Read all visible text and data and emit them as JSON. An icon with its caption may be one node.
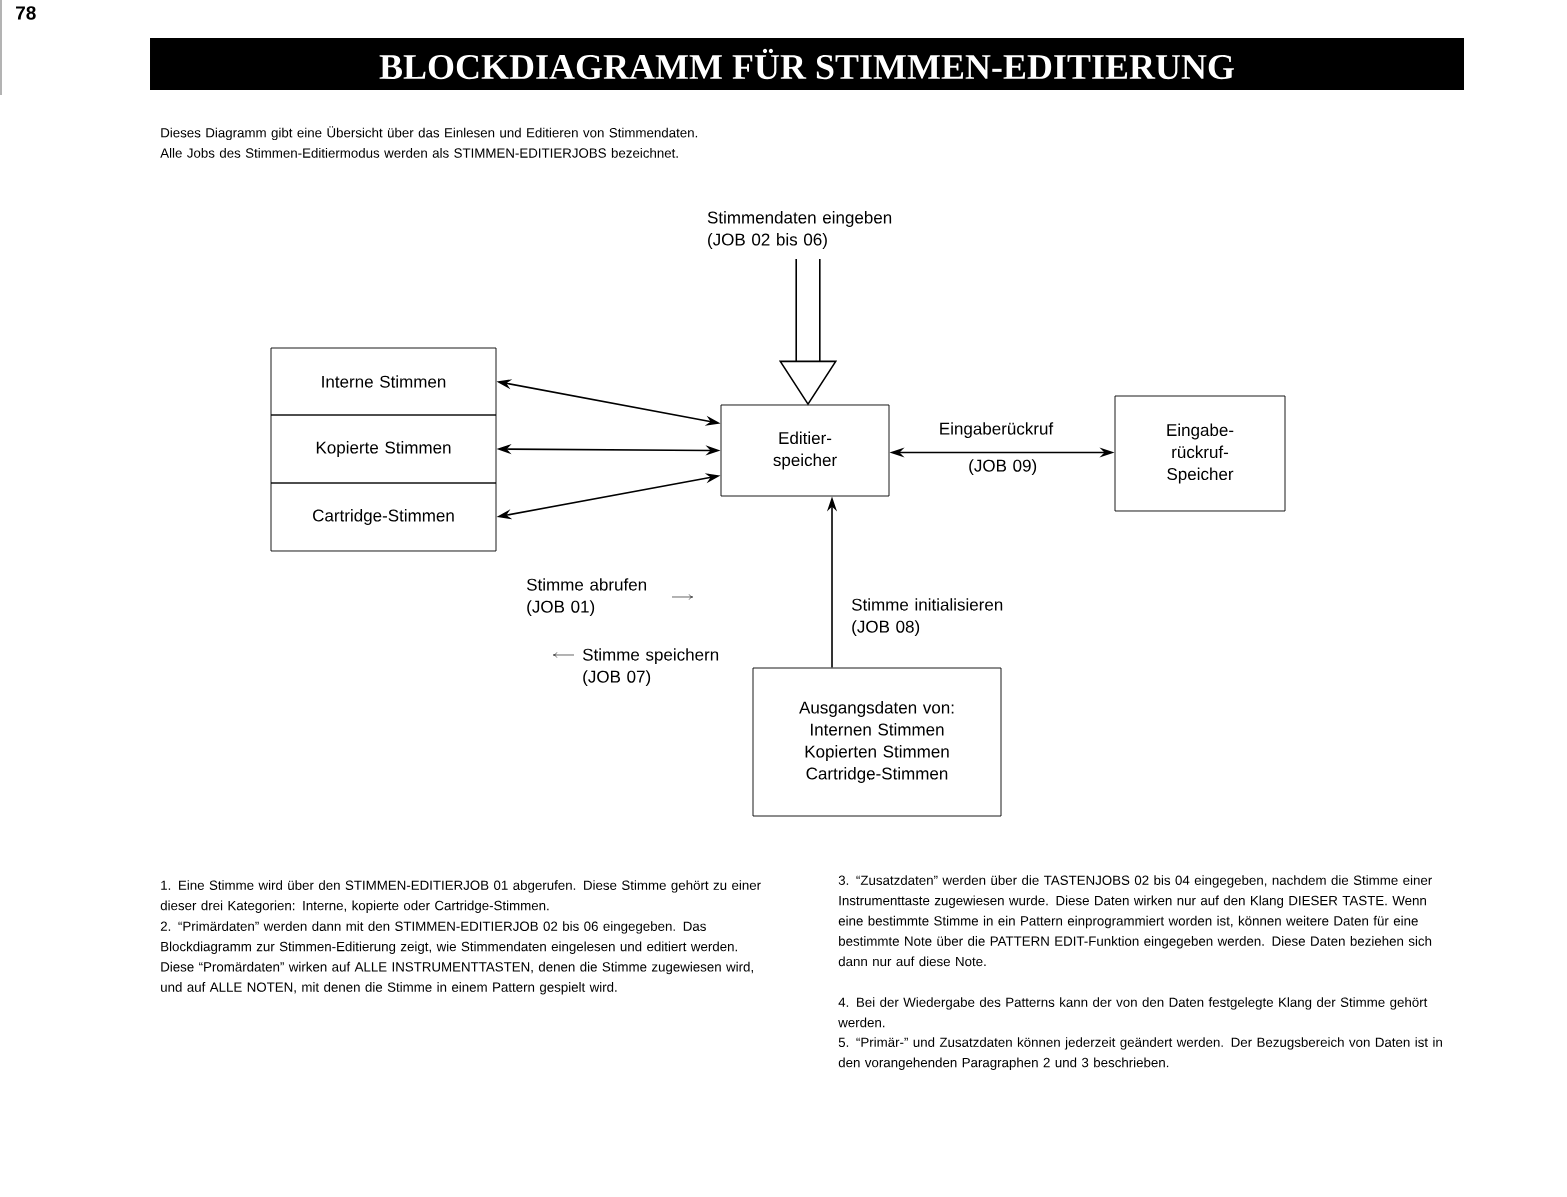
{
  "diagram": {
    "title": "BLOCKDIAGRAMM FÜR STIMMEN-EDITIERUNG",
    "nodes": [
      {
        "text": [
          "Interne Stimmen"
        ]
      },
      {
        "text": [
          "Kopierte Stimmen"
        ]
      },
      {
        "text": [
          "Cartridge-Stimmen"
        ]
      },
      {
        "text": [
          "Editier- speicher"
        ]
      },
      {
        "text": [
          "Eingabe- rückruf- Speicher"
        ]
      },
      {
        "text": [
          "Ausgangsdaten von:",
          "Internen Stimmen",
          "Kopierten Stimmen",
          "Cartridge-Stimmen"
        ]
      },
      {
        "text": [
          "Stimmendaten eingeben (JOB 02 bis 06)"
        ]
      }
    ],
    "edges": [
      {
        "from": 0,
        "to": 3,
        "arrow": "both"
      },
      {
        "from": 1,
        "to": 3,
        "arrow": "both"
      },
      {
        "from": 2,
        "to": 3,
        "arrow": "both"
      },
      {
        "from": 3,
        "to": 4,
        "arrow": "both",
        "label": "Eingaberückruf"
      },
      {
        "from": 5,
        "to": 3,
        "arrow": "to",
        "label": "Stimme initialisieren (JOB 08)"
      },
      {
        "from": 6,
        "to": 3,
        "arrow": "to",
        "style": "thick"
      }
    ],
    "labels": [
      "78",
      "Dieses Diagramm gibt eine Übersicht über das Einlesen und Editieren von Stimmendaten. Alle Jobs des Stimmen-Editiermodus werden als STIMMEN-EDITIERJOBS bezeichnet.",
      "(JOB 09)",
      "Stimme abrufen (JOB 01)",
      "Stimme speichern (JOB 07)",
      "1. Eine Stimme wird über den STIMMEN-EDITIERJOB 01 abgerufen. Diese Stimme gehört zu einer dieser drei Kategorien: Interne, kopierte oder Cartridge-Stimmen.",
      "2. “Primärdaten” werden dann mit den STIMMEN-EDITIERJOB 02 bis 06 eingegeben. Das Blockdiagramm zur Stimmen-Editierung zeigt, wie Stimmendaten eingelesen und editiert werden. Diese “Promärdaten” wirken auf ALLE INSTRUMENTTASTEN, denen die Stimme zugewiesen wird, und auf ALLE NOTEN, mit denen die Stimme in einem Pattern gespielt wird.",
      "3. “Zusatzdaten” werden über die TASTENJOBS 02 bis 04 eingegeben, nachdem die Stimme einer Instrumenttaste zugewiesen wurde. Diese Daten wirken nur auf den Klang DIESER TASTE. Wenn eine bestimmte Stimme in ein Pattern einprogrammiert worden ist, können weitere Daten für eine bestimmte Note über die PATTERN EDIT-Funktion eingegeben werden. Diese Daten beziehen sich dann nur auf diese Note.",
      "4. Bei der Wiedergabe des Patterns kann der von den Daten festgelegte Klang der Stimme gehört werden.",
      "5. “Primär-” und Zusatzdaten können jederzeit geändert werden. Der Bezugsbereich von Daten ist in den vorangehenden Paragraphen 2 und 3 beschrieben."
    ]
  }
}
